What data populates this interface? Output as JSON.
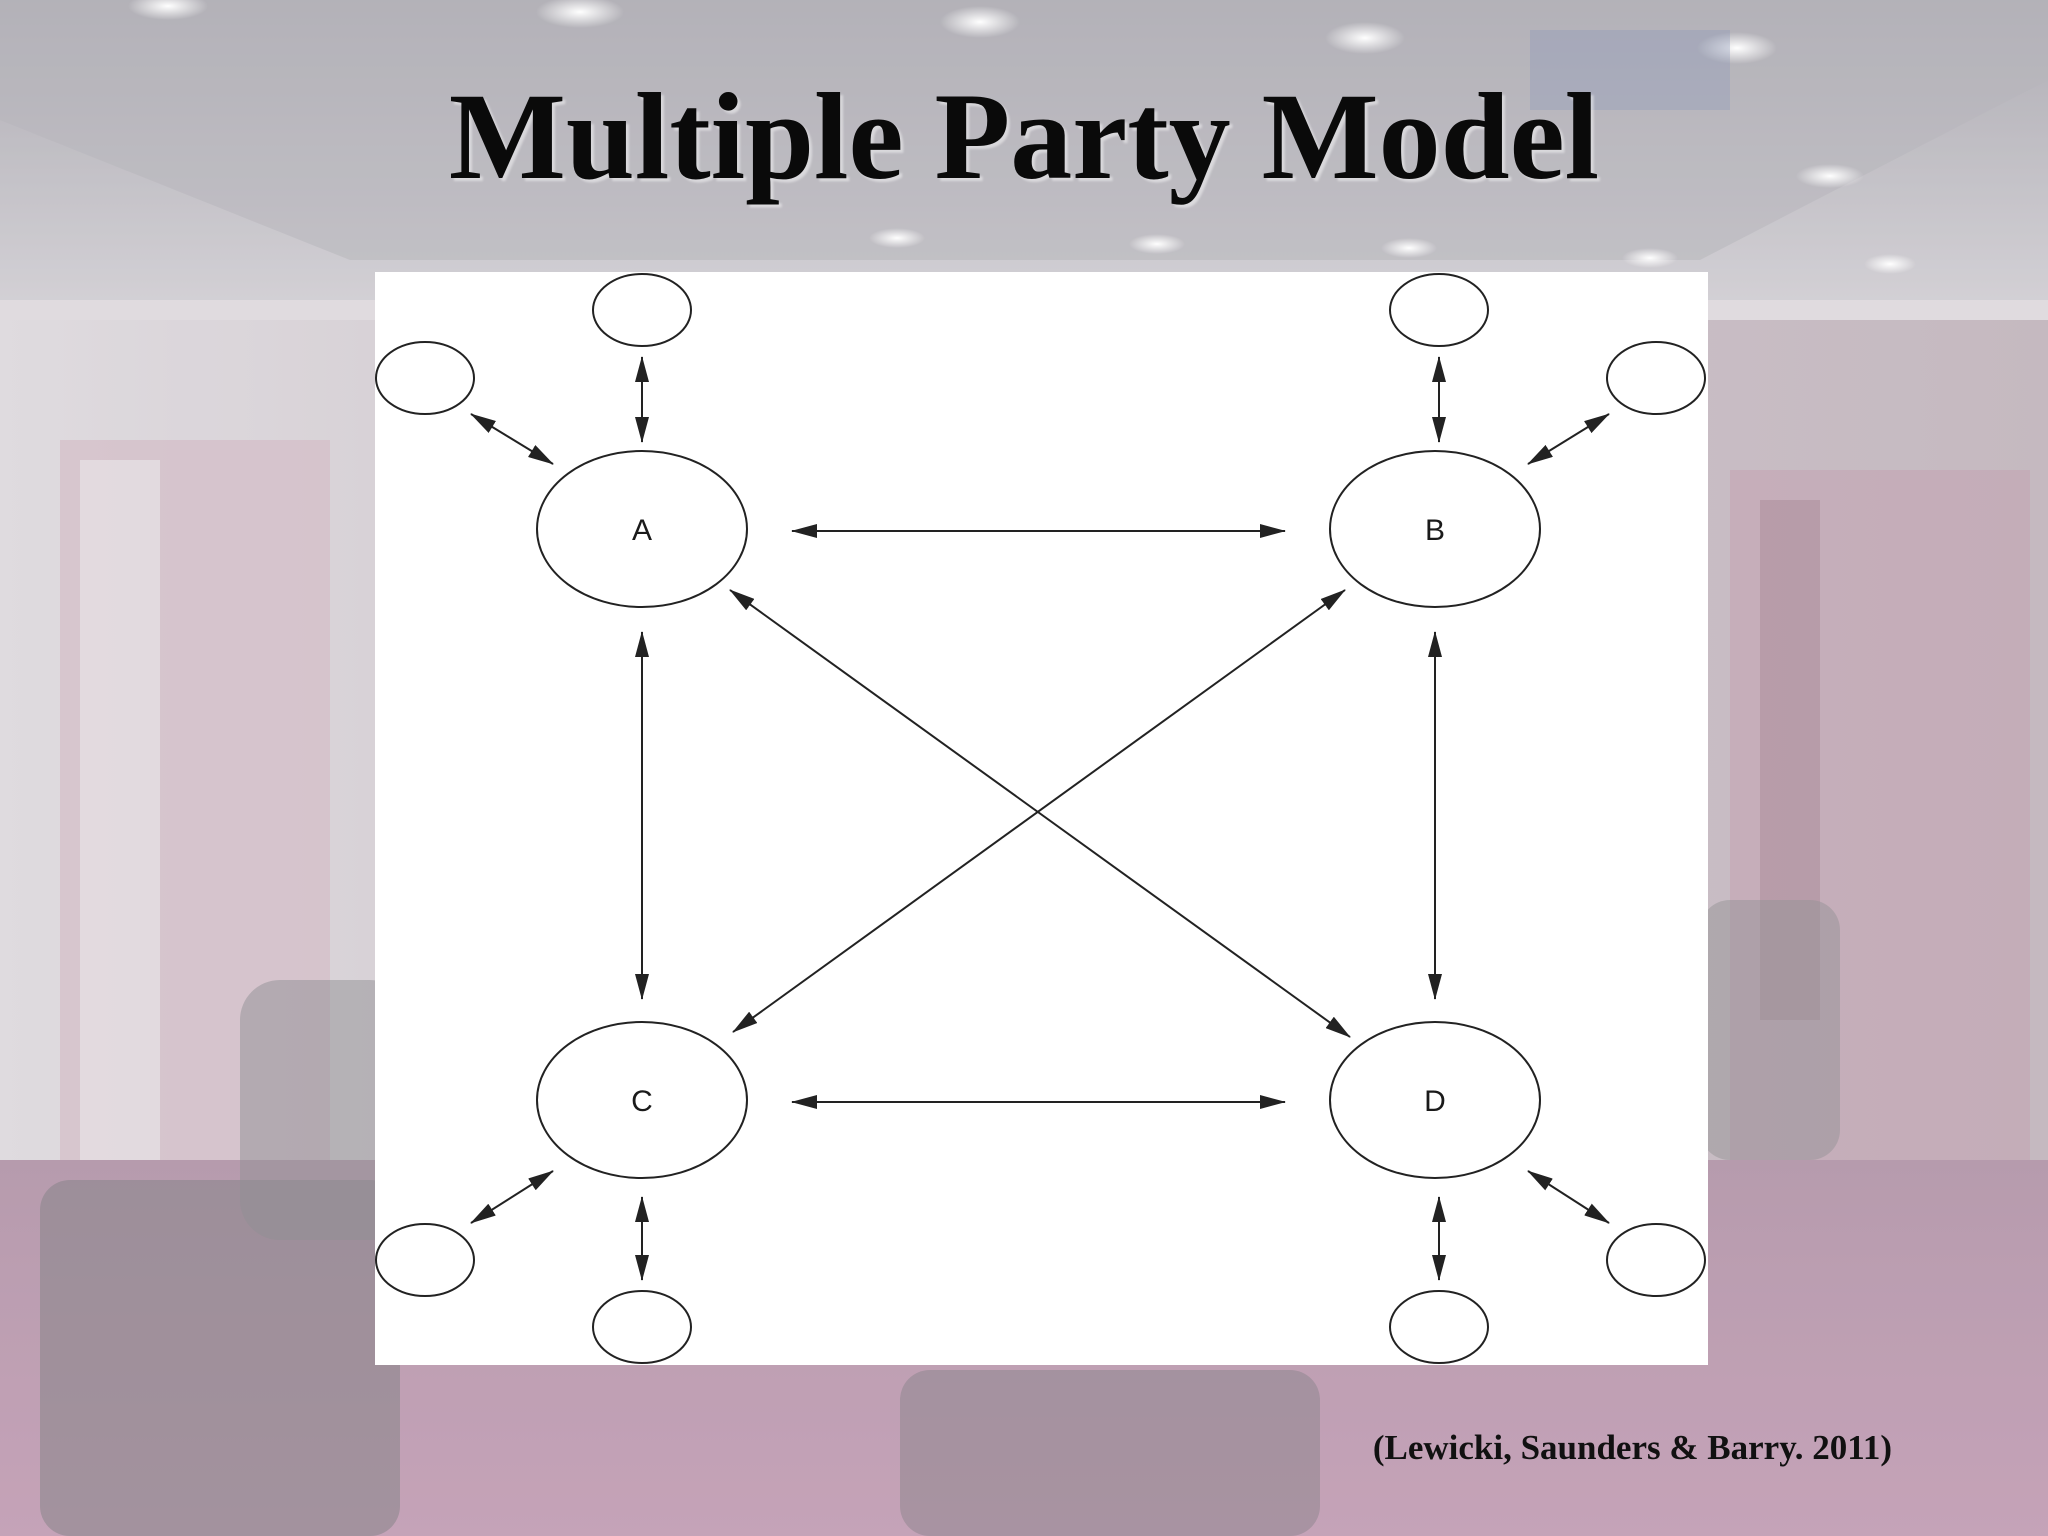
{
  "slide": {
    "title": "Multiple Party Model",
    "citation": "(Lewicki, Saunders & Barry. 2011)"
  },
  "diagram": {
    "parties": [
      {
        "id": "A",
        "label": "A"
      },
      {
        "id": "B",
        "label": "B"
      },
      {
        "id": "C",
        "label": "C"
      },
      {
        "id": "D",
        "label": "D"
      }
    ],
    "party_links": [
      {
        "from": "A",
        "to": "B",
        "direction": "both"
      },
      {
        "from": "C",
        "to": "D",
        "direction": "both"
      },
      {
        "from": "A",
        "to": "C",
        "direction": "both"
      },
      {
        "from": "B",
        "to": "D",
        "direction": "both"
      },
      {
        "from": "A",
        "to": "D",
        "direction": "both"
      },
      {
        "from": "B",
        "to": "C",
        "direction": "both"
      }
    ],
    "constituents_per_party": 2,
    "constituent_links": "both",
    "colors": {
      "panel": "#ffffff",
      "stroke": "#222222"
    }
  }
}
